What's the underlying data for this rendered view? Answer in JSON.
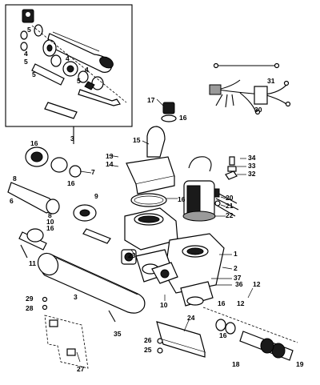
{
  "callouts": {
    "c1": "1",
    "c2": "2",
    "c3a": "3",
    "c3b": "3",
    "c4a": "4",
    "c4b": "4",
    "c4c": "4",
    "c5a": "5",
    "c5b": "5",
    "c5c": "5",
    "c5d": "5",
    "c6": "6",
    "c7": "7",
    "c8": "8",
    "c9": "9",
    "c10a": "10",
    "c10b": "10",
    "c11": "11",
    "c12": "12",
    "c13": "13",
    "c14": "14",
    "c15": "15",
    "c16a": "16",
    "c16b": "16",
    "c16c": "16",
    "c16d": "16",
    "c16e": "16",
    "c17": "17",
    "c18": "18",
    "c19": "19",
    "c20": "20",
    "c21": "21",
    "c22": "22",
    "c23": "23",
    "c24": "24",
    "c25": "25",
    "c26": "26",
    "c27": "27",
    "c28": "28",
    "c29": "29",
    "c30": "30",
    "c31": "31",
    "c32": "32",
    "c33": "33",
    "c34": "34",
    "c35": "35",
    "c36": "36",
    "c37": "37"
  }
}
